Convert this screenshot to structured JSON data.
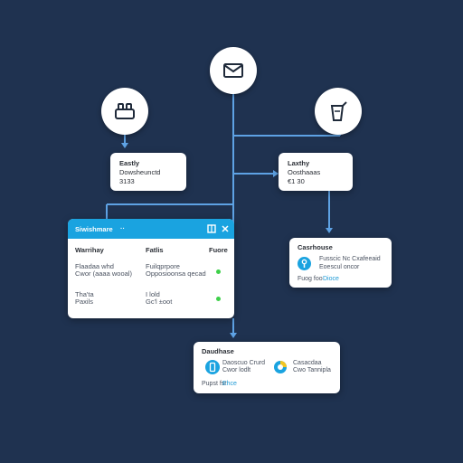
{
  "colors": {
    "background": "#1f3250",
    "connector": "#5ea2e4",
    "accent": "#1aa3e0",
    "status_green": "#3ed04a",
    "chart_yellow": "#f2c624"
  },
  "icons": {
    "top": "envelope-icon",
    "left": "shop-icon",
    "right": "clipboard-icon"
  },
  "card_left": {
    "title": "Eastly",
    "line2": "Dowsheunctd",
    "line3": "3133"
  },
  "card_right": {
    "title": "Laxthy",
    "line2": "Oosthaaas",
    "line3": "€1 30"
  },
  "panel": {
    "title": "Siwishmare",
    "title_mark": "··",
    "header_icon": "grid-icon",
    "columns": [
      "Warrihay",
      "Fatlis",
      "Fuore"
    ],
    "rows": [
      {
        "c1a": "Flaadaa whd",
        "c1b": "Cwor (aaaa wooal)",
        "c2a": "Fuilqprpore",
        "c2b": "Opposioonsa qecad",
        "status": "active"
      },
      {
        "c1a": "Tha'ta",
        "c1b": "Paxils",
        "c2a": "I lold",
        "c2b": "Gc'l ±oot",
        "status": "active"
      }
    ]
  },
  "card_mid_right": {
    "title": "Casrhouse",
    "icon": "wrench-icon",
    "line1": "Fusscic Nc Cxafeeaid",
    "line2": "Eoescul oncor",
    "footer_label": "Fuog foo",
    "footer_link": "Dioce"
  },
  "card_bottom": {
    "title": "Daudhase",
    "item1_icon": "phone-icon",
    "item1_l1": "Daoscuo Crurd",
    "item1_l2": "Cwor lodlt",
    "item2_icon": "pie-chart-icon",
    "item2_l1": "Casacdaa",
    "item2_l2": "Cwo Tannipla",
    "footer_label": "Pupst fsr",
    "footer_link": "Ehce"
  }
}
